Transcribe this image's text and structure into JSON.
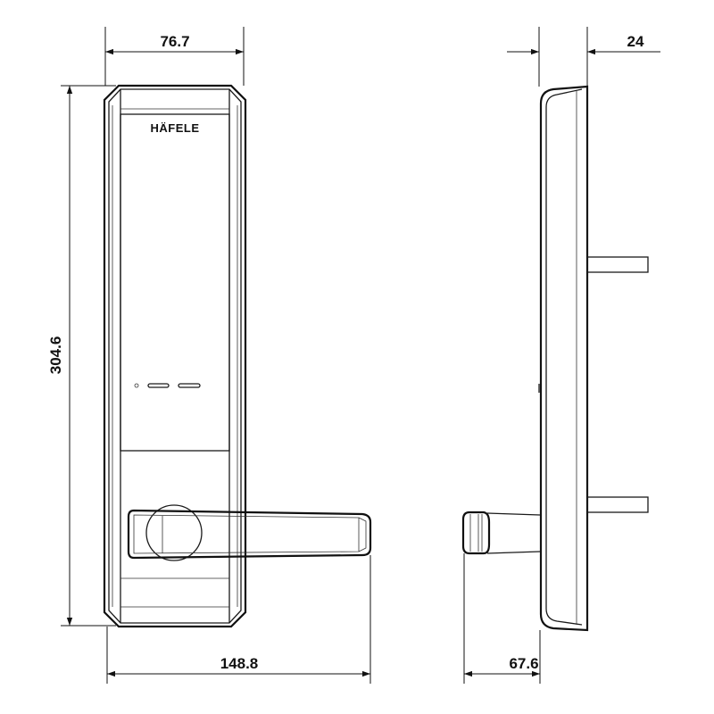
{
  "drawing": {
    "brand_logo": "HÄFELE",
    "front_view": {
      "width_label": "76.7",
      "height_label": "304.6",
      "handle_length_label": "148.8"
    },
    "side_view": {
      "depth_label": "24",
      "handle_projection_label": "67.6"
    },
    "line_color": "#111111"
  }
}
